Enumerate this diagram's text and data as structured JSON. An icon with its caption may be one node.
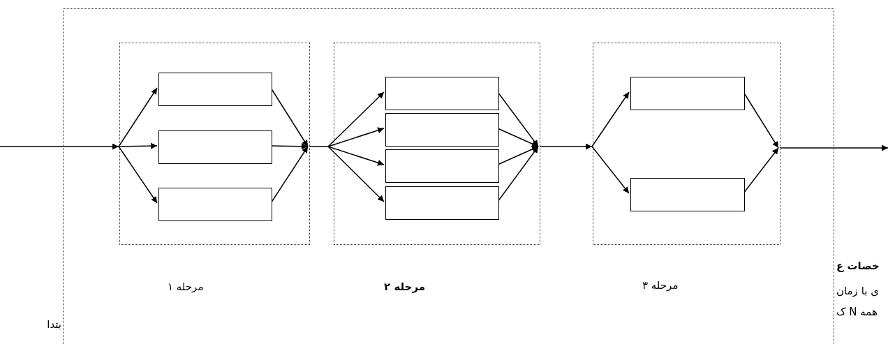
{
  "diagram": {
    "nodes": [
      {
        "text": [],
        "shape": "box"
      },
      {
        "text": [],
        "in": 0,
        "shape": "box",
        "beside": [
          "مرحله ۱"
        ]
      },
      {
        "text": [],
        "in": 1,
        "shape": "box"
      },
      {
        "text": [],
        "in": 1,
        "shape": "box"
      },
      {
        "text": [],
        "in": 1,
        "shape": "box"
      },
      {
        "text": [],
        "in": 0,
        "shape": "box",
        "beside": [
          "مرحله ۲"
        ]
      },
      {
        "text": [],
        "in": 5,
        "shape": "box"
      },
      {
        "text": [],
        "in": 5,
        "shape": "box"
      },
      {
        "text": [],
        "in": 5,
        "shape": "box"
      },
      {
        "text": [],
        "in": 5,
        "shape": "box"
      },
      {
        "text": [],
        "in": 0,
        "shape": "box",
        "beside": [
          "مرحله ۳"
        ]
      },
      {
        "text": [],
        "in": 10,
        "shape": "box"
      },
      {
        "text": [],
        "in": 10,
        "shape": "box"
      }
    ],
    "edges": [
      {
        "from": null,
        "to": 1,
        "arrow": "to"
      },
      {
        "from": 1,
        "to": 2,
        "arrow": "to"
      },
      {
        "from": 1,
        "to": 3,
        "arrow": "to"
      },
      {
        "from": 1,
        "to": 4,
        "arrow": "to"
      },
      {
        "from": 2,
        "to": 1,
        "arrow": "to"
      },
      {
        "from": 3,
        "to": 1,
        "arrow": "to"
      },
      {
        "from": 4,
        "to": 1,
        "arrow": "to"
      },
      {
        "from": 1,
        "to": 5,
        "arrow": "none"
      },
      {
        "from": 5,
        "to": 6,
        "arrow": "to"
      },
      {
        "from": 5,
        "to": 7,
        "arrow": "to"
      },
      {
        "from": 5,
        "to": 8,
        "arrow": "to"
      },
      {
        "from": 5,
        "to": 9,
        "arrow": "to"
      },
      {
        "from": 6,
        "to": 5,
        "arrow": "to"
      },
      {
        "from": 7,
        "to": 5,
        "arrow": "to"
      },
      {
        "from": 8,
        "to": 5,
        "arrow": "to"
      },
      {
        "from": 9,
        "to": 5,
        "arrow": "to"
      },
      {
        "from": 5,
        "to": 10,
        "arrow": "to"
      },
      {
        "from": 10,
        "to": 11,
        "arrow": "to"
      },
      {
        "from": 10,
        "to": 12,
        "arrow": "to"
      },
      {
        "from": 11,
        "to": 10,
        "arrow": "to"
      },
      {
        "from": 12,
        "to": 10,
        "arrow": "to"
      },
      {
        "from": 10,
        "to": null,
        "arrow": "to"
      }
    ],
    "labels": [
      "خصات ع",
      "ی با زمان",
      "همه N ک",
      "بتدا"
    ]
  }
}
